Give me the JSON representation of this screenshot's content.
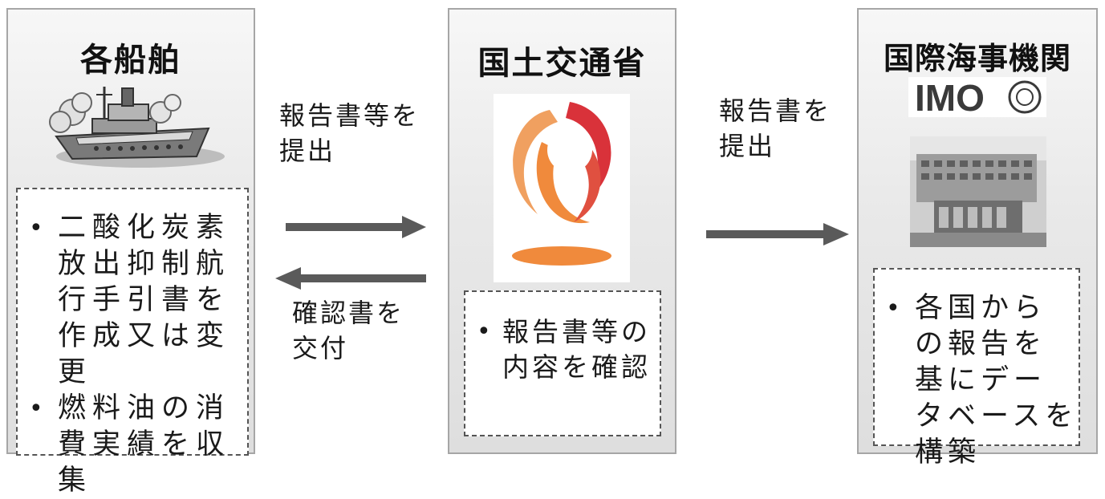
{
  "panels": {
    "ships": {
      "title": "各船舶",
      "notes": [
        "二酸化炭素放出抑制航行手引書を作成又は変更",
        "燃料油の消費実績を収集"
      ]
    },
    "mlit": {
      "title": "国土交通省",
      "notes": [
        "報告書等の内容を確認"
      ]
    },
    "imo": {
      "title": "国際海事機関",
      "logo_text": "IMO",
      "notes": [
        "各国からの報告を基にデータベースを構築"
      ]
    }
  },
  "flows": {
    "report_submit": "報告書等を\n提出",
    "confirm_issue": "確認書を\n交付",
    "report_submit_2": "報告書を\n提出"
  },
  "bullet_char": "•",
  "colors": {
    "arrow": "#5a5a5a",
    "panel_border": "#a6a6a6",
    "mlit_logo_orange": "#f08a3c",
    "mlit_logo_red": "#d9323a"
  }
}
